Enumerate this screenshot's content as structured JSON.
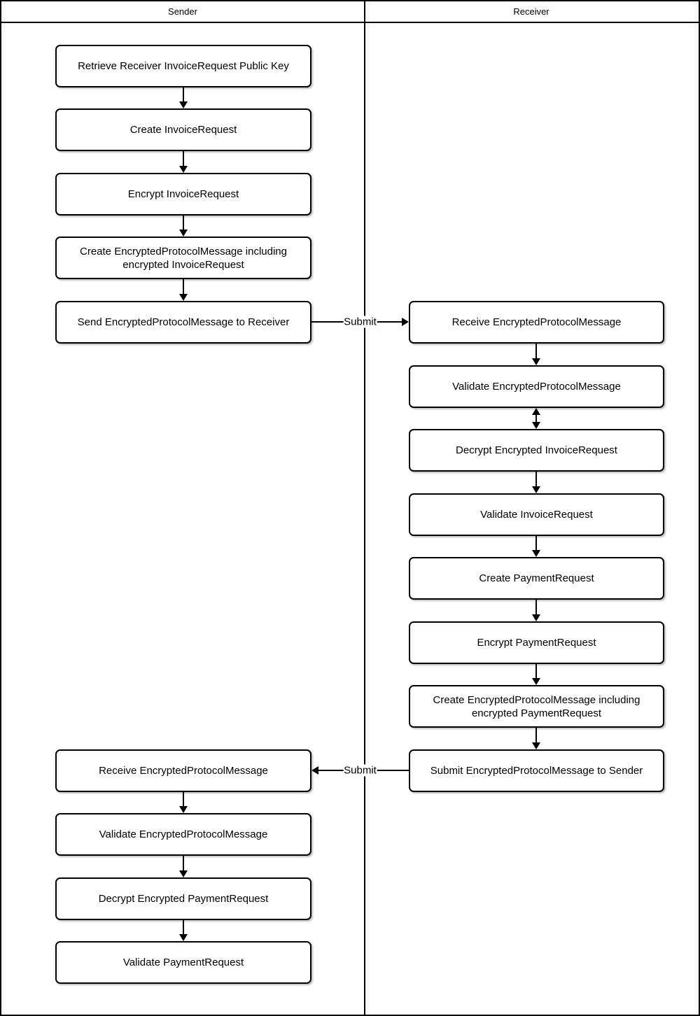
{
  "header": {
    "sender": "Sender",
    "receiver": "Receiver"
  },
  "nodes": {
    "sender": [
      "Retrieve Receiver InvoiceRequest Public Key",
      "Create InvoiceRequest",
      "Encrypt InvoiceRequest",
      "Create EncryptedProtocolMessage including encrypted InvoiceRequest",
      "Send EncryptedProtocolMessage to Receiver",
      "Receive EncryptedProtocolMessage",
      "Validate EncryptedProtocolMessage",
      "Decrypt Encrypted PaymentRequest",
      "Validate PaymentRequest"
    ],
    "receiver": [
      "Receive EncryptedProtocolMessage",
      "Validate EncryptedProtocolMessage",
      "Decrypt Encrypted InvoiceRequest",
      "Validate InvoiceRequest",
      "Create PaymentRequest",
      "Encrypt PaymentRequest",
      "Create EncryptedProtocolMessage including encrypted PaymentRequest",
      "Submit EncryptedProtocolMessage to Sender"
    ]
  },
  "edges": {
    "submit_to_receiver_label": "Submit",
    "submit_to_sender_label": "Submit"
  },
  "colors": {
    "line": "#000000",
    "background": "#ffffff"
  }
}
